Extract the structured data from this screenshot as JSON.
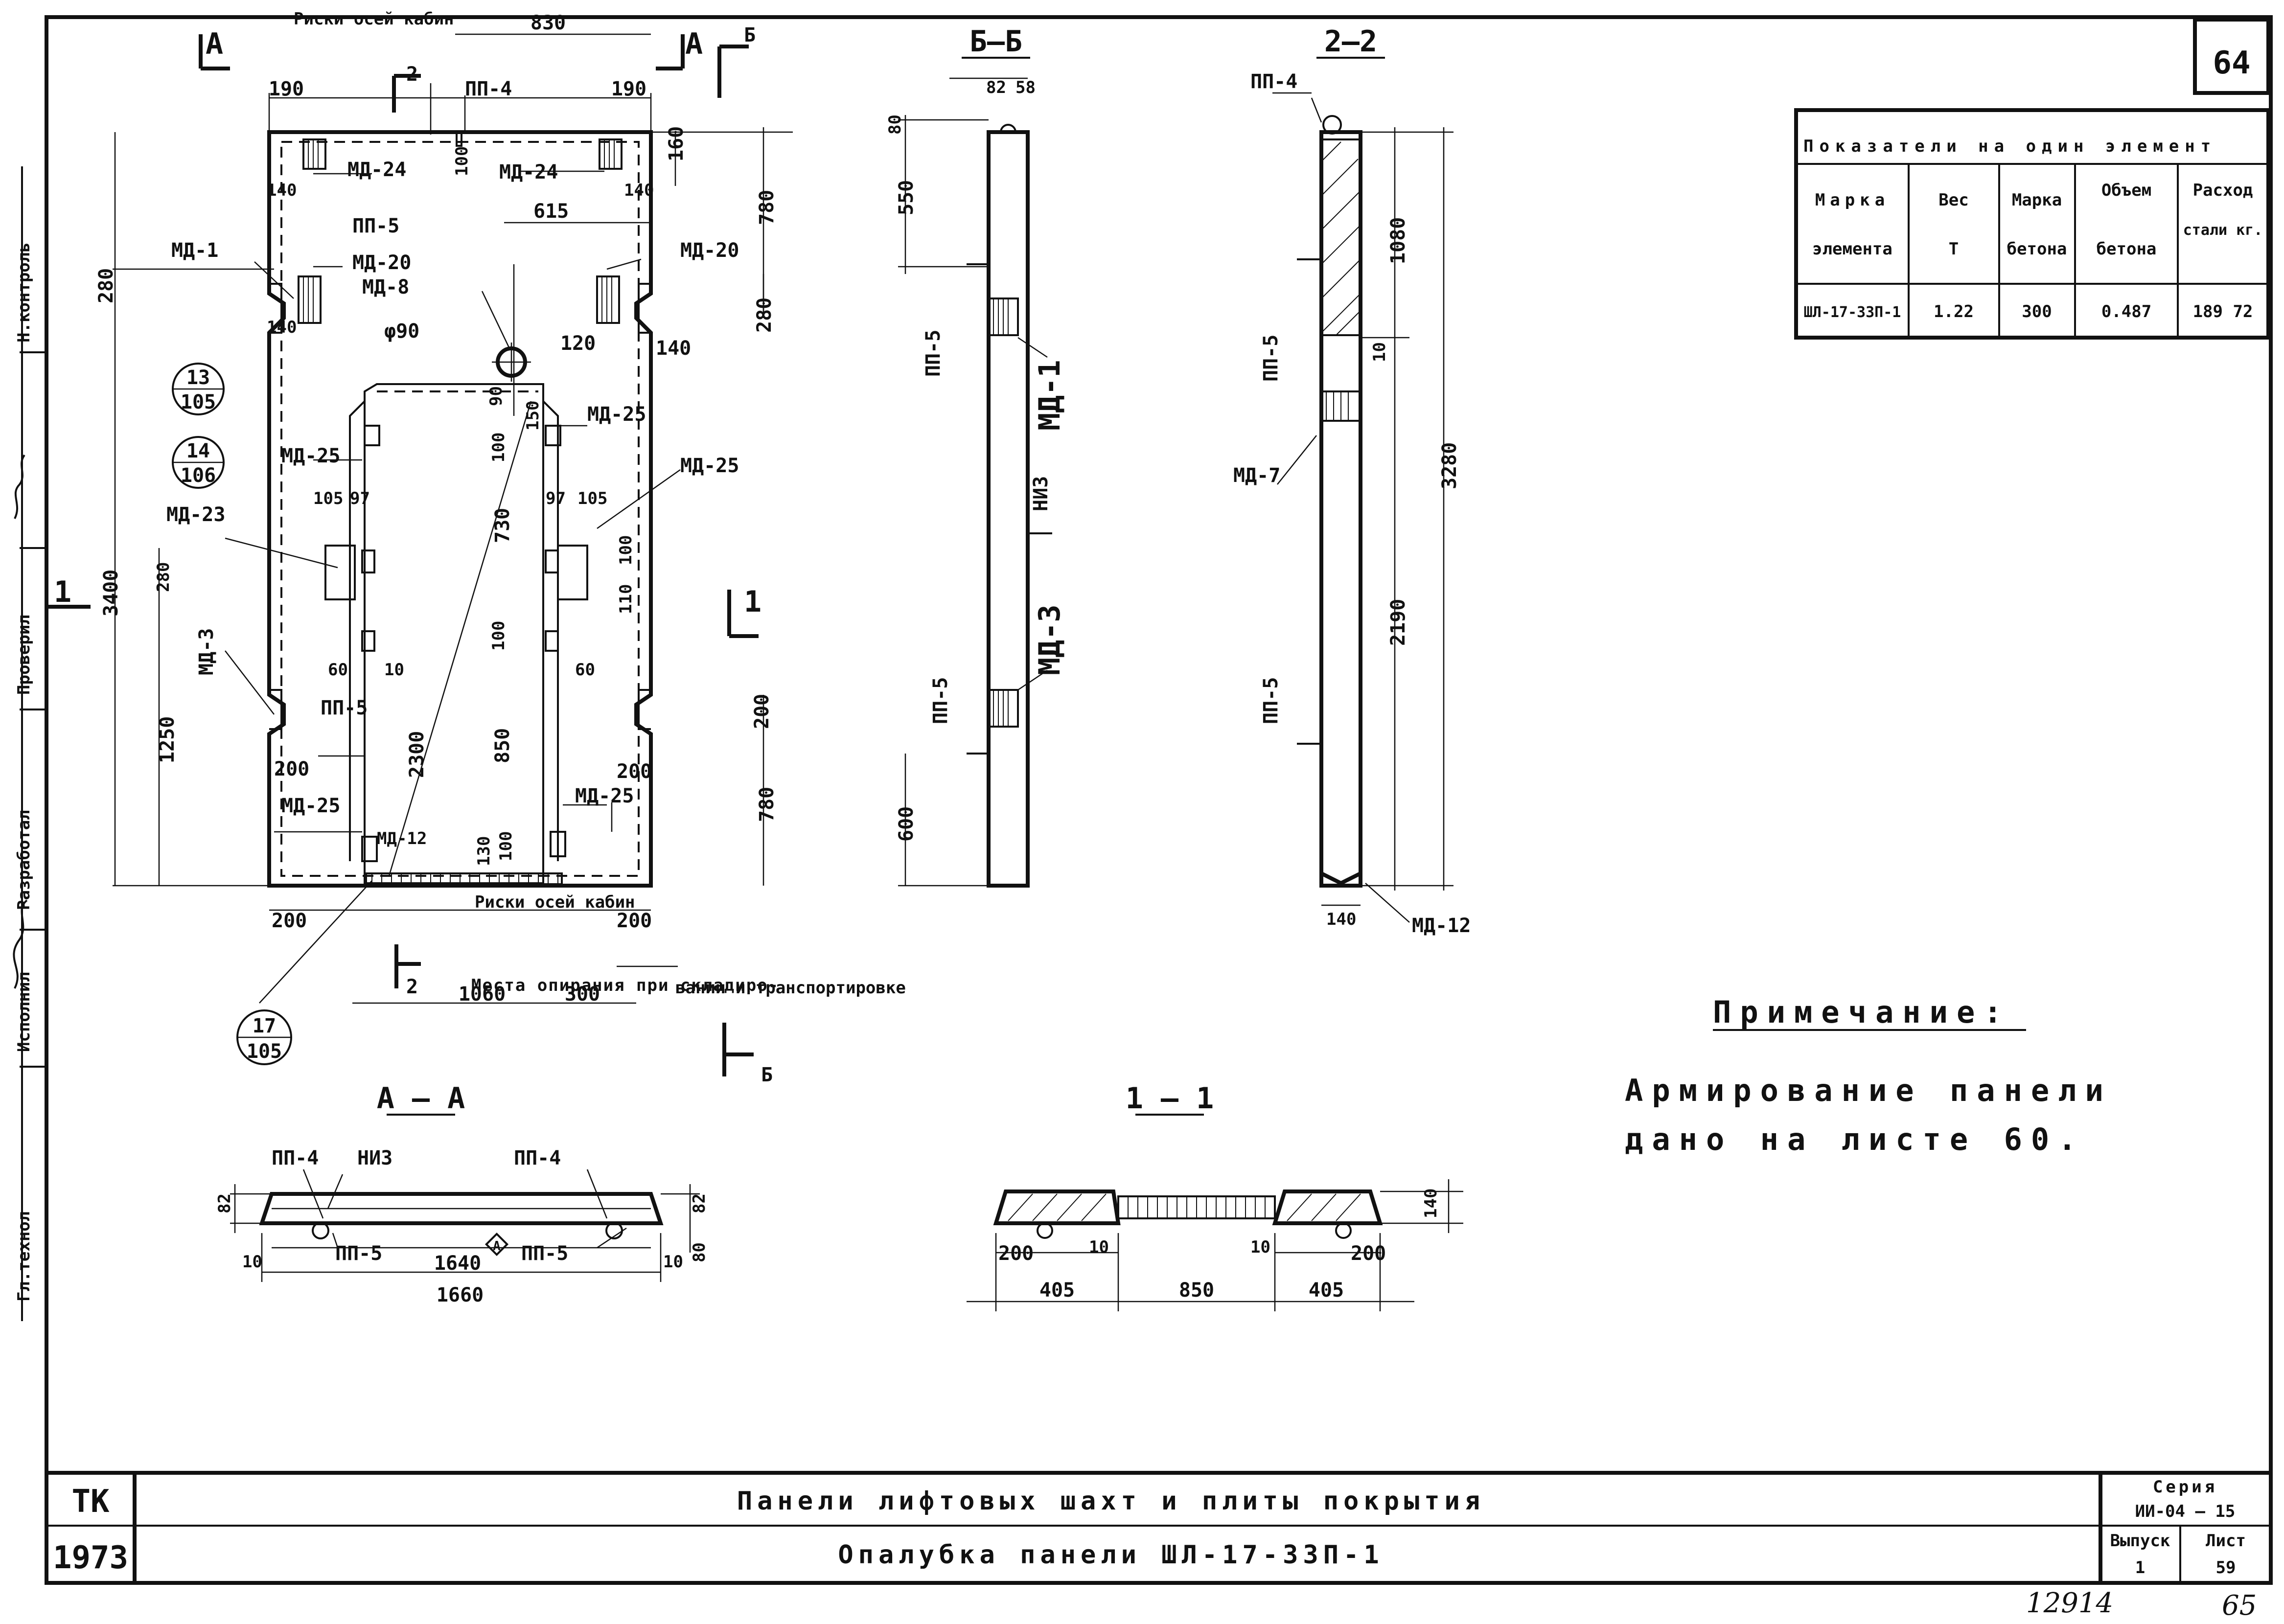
{
  "sheet": {
    "sheet_number_top": "64",
    "stamp_code": "ТК",
    "stamp_year": "1973",
    "title_line1": "Панели лифтовых шахт и плиты покрытия",
    "title_line2": "Опалубка панели ШЛ-17-33П-1",
    "series_label": "Серия",
    "series_value": "ИИ-04 — 15",
    "issue_label": "Выпуск",
    "issue_value": "1",
    "list_label": "Лист",
    "list_value": "59",
    "inventory_number": "12914",
    "page_corner": "65"
  },
  "side_stamp": {
    "rows": [
      "Гл.технол",
      "Исполнил",
      "Разработал",
      "Проверил",
      "Н.контроль"
    ]
  },
  "table": {
    "title": "Показатели на один элемент",
    "headers": [
      {
        "line1": "Марка",
        "line2": "элемента"
      },
      {
        "line1": "Вес",
        "line2": "Т"
      },
      {
        "line1": "Марка",
        "line2": "бетона"
      },
      {
        "line1": "Объем",
        "line2": "бетона"
      },
      {
        "line1": "Расход",
        "line2": "стали кг."
      }
    ],
    "row": [
      "ШЛ-17-33П-1",
      "1.22",
      "300",
      "0.487",
      "189 72"
    ]
  },
  "note": {
    "title": "Примечание:",
    "line1": "Армирование панели",
    "line2": "дано на листе 60."
  },
  "views": {
    "bb_title": "Б—Б",
    "s22_title": "2—2",
    "aa_title": "А — А",
    "s11_title": "1 — 1"
  },
  "plan_labels": {
    "riski_top": "Риски осей кабин",
    "riski_bottom": "Риски осей кабин",
    "mesta": "Места опирания при складиро-",
    "mesta2": "вании и транспортировке",
    "md1": "МД-1",
    "md20a": "МД-20",
    "md20b": "МД-20",
    "md8": "МД-8",
    "md24a": "МД-24",
    "md24b": "МД-24",
    "md25a": "МД-25",
    "md25b": "МД-25",
    "md25c": "МД-25",
    "md25d": "МД-25",
    "md25e": "МД-25",
    "md23": "МД-23",
    "md3": "МД-3",
    "md12": "МД-12",
    "pp4": "ПП-4",
    "pp5a": "ПП-5",
    "pp5b": "ПП-5",
    "phi90": "φ90",
    "circ13": "13",
    "circ105": "105",
    "circ14": "14",
    "circ106": "106",
    "circ17": "17",
    "circ105b": "105",
    "a_left": "А",
    "a_right": "А",
    "b_top": "Б",
    "b_bottom": "Б",
    "s1": "1",
    "s1r": "1",
    "s2": "2",
    "s2b": "2"
  },
  "plan_dims": {
    "d830": "830",
    "d190a": "190",
    "d190b": "190",
    "d160": "160",
    "d780a": "780",
    "d100a": "100",
    "d140a": "140",
    "d140b": "140",
    "d615": "615",
    "d280a": "280",
    "d280b": "280",
    "d140c": "140",
    "d120": "120",
    "d140d": "140",
    "d3400": "3400",
    "d105a": "105",
    "d97a": "97",
    "d97b": "97",
    "d105b": "105",
    "d150": "150",
    "d90": "90",
    "d100b": "100",
    "d730": "730",
    "d280c": "280",
    "d100c": "100",
    "d110": "110",
    "d60a": "60",
    "d10a": "10",
    "d100d": "100",
    "d60b": "60",
    "d1250": "1250",
    "d200a": "200",
    "d2300": "2300",
    "d850": "850",
    "d200b": "200",
    "d780b": "780",
    "d200c": "200",
    "d130": "130",
    "d100e": "100",
    "d200d": "200",
    "d200e": "200",
    "d1060": "1060",
    "d300": "300"
  },
  "bb_dims": {
    "d82": "82",
    "d58": "58",
    "d80": "80",
    "d550": "550",
    "d600": "600",
    "pp5a": "ПП-5",
    "pp5b": "ПП-5",
    "md1": "МД-1",
    "md3": "МД-3",
    "niz": "НИЗ"
  },
  "s22_dims": {
    "pp4": "ПП-4",
    "pp5a": "ПП-5",
    "pp5b": "ПП-5",
    "md7": "МД-7",
    "md12": "МД-12",
    "d1080": "1080",
    "d10": "10",
    "d3280": "3280",
    "d2190": "2190",
    "d140": "140"
  },
  "aa_dims": {
    "pp4a": "ПП-4",
    "niz": "НИЗ",
    "pp4b": "ПП-4",
    "pp5a": "ПП-5",
    "pp5b": "ПП-5",
    "d82a": "82",
    "d82b": "82",
    "d10a": "10",
    "d10b": "10",
    "d1640": "1640",
    "d1660": "1660",
    "d80": "80",
    "sym": "А"
  },
  "s11_dims": {
    "d200a": "200",
    "d10a": "10",
    "d405a": "405",
    "d850": "850",
    "d10b": "10",
    "d200b": "200",
    "d405b": "405",
    "d140": "140"
  }
}
